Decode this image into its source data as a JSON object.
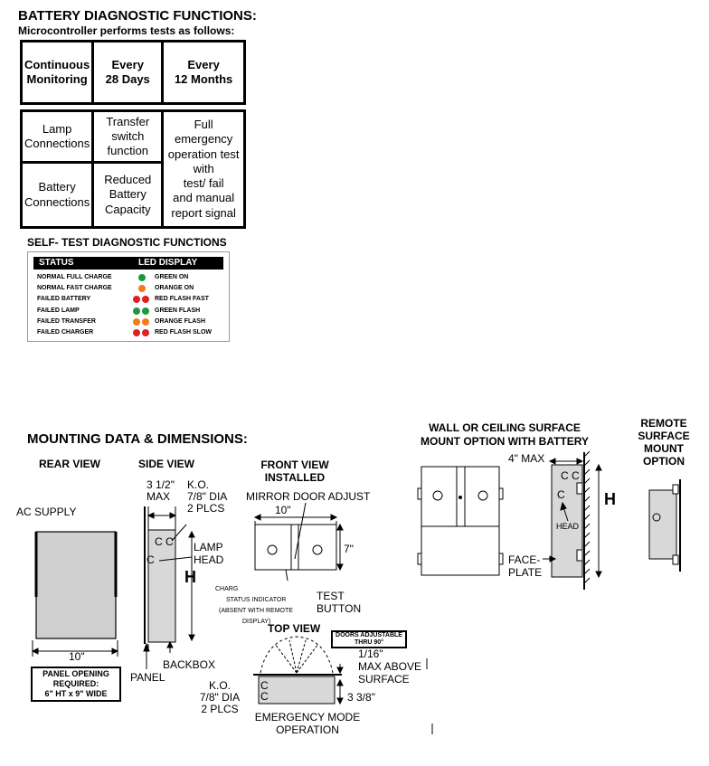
{
  "battery_heading": "BATTERY DIAGNOSTIC FUNCTIONS:",
  "battery_subheading": "Microcontroller performs tests as follows:",
  "schedule": {
    "col1": [
      "Continuous",
      "Monitoring"
    ],
    "col2": [
      "Every",
      "28 Days"
    ],
    "col3": [
      "Every",
      "12 Months"
    ]
  },
  "tests": {
    "lamp": [
      "Lamp",
      "Connections"
    ],
    "transfer": [
      "Transfer",
      "switch",
      "function"
    ],
    "full_test": [
      "Full",
      "emergency",
      "operation test",
      "with",
      "test/ fail",
      "and manual",
      "report signal"
    ],
    "battery": [
      "Battery",
      "Connections"
    ],
    "capacity": [
      "Reduced",
      "Battery",
      "Capacity"
    ]
  },
  "self_test": {
    "title": "SELF- TEST DIAGNOSTIC FUNCTIONS",
    "header_status": "STATUS",
    "header_display": "LED DISPLAY",
    "rows": [
      {
        "status": "NORMAL FULL CHARGE",
        "display": "GREEN ON",
        "dots": [
          "#1a9a3a"
        ]
      },
      {
        "status": "NORMAL FAST CHARGE",
        "display": "ORANGE ON",
        "dots": [
          "#f07c1a"
        ]
      },
      {
        "status": "FAILED BATTERY",
        "display": "RED FLASH FAST",
        "dots": [
          "#e02020",
          "#e02020"
        ]
      },
      {
        "status": "FAILED LAMP",
        "display": "GREEN FLASH",
        "dots": [
          "#1a9a3a",
          "#1a9a3a"
        ]
      },
      {
        "status": "FAILED TRANSFER",
        "display": "ORANGE FLASH",
        "dots": [
          "#f07c1a",
          "#f07c1a"
        ]
      },
      {
        "status": "FAILED CHARGER",
        "display": "RED FLASH SLOW",
        "dots": [
          "#e02020",
          "#e02020"
        ]
      }
    ]
  },
  "mounting": {
    "heading": "MOUNTING DATA & DIMENSIONS:",
    "rear_view": "REAR VIEW",
    "side_view": "SIDE VIEW",
    "front_view": [
      "FRONT VIEW",
      "INSTALLED"
    ],
    "wall_ceiling": [
      "WALL  OR  CEILING  SURFACE",
      "MOUNT OPTION WITH BATTERY"
    ],
    "remote": [
      "REMOTE",
      "SURFACE",
      "MOUNT",
      "OPTION"
    ],
    "ac_supply": "AC SUPPLY",
    "ten_inch": "10\"",
    "panel_opening": [
      "PANEL OPENING",
      "REQUIRED:",
      "6\" HT x 9\" WIDE"
    ],
    "ko_dims": [
      "3 1/2\"",
      "MAX"
    ],
    "ko_side": [
      "K.O.",
      "7/8\" DIA",
      "2 PLCS"
    ],
    "lamp_head": [
      "LAMP",
      "HEAD"
    ],
    "h_label": "H",
    "panel": "PANEL",
    "backbox": "BACKBOX",
    "mirror_door": "MIRROR DOOR ADJUST",
    "front_10": "10\"",
    "seven_inch": "7\"",
    "charge_indicator": [
      "CHARG",
      "STATUS INDICATOR",
      "(ABSENT WITH REMOTE",
      "DISPLAY)"
    ],
    "test_button": [
      "TEST",
      "BUTTON"
    ],
    "top_view": "TOP VIEW",
    "doors_adjustable": [
      "DOORS ADJUSTABLE",
      "THRU 90°"
    ],
    "max_above": [
      "1/16\"",
      "MAX ABOVE",
      "SURFACE"
    ],
    "depth": "3 3/8\"",
    "ko_top": [
      "K.O.",
      "7/8\" DIA",
      "2 PLCS"
    ],
    "emergency_mode": [
      "EMERGENCY MODE",
      "OPERATION"
    ],
    "four_max": "4\" MAX",
    "cc": "C C",
    "c_single": "C",
    "head": "HEAD",
    "faceplate": [
      "FACE-",
      "PLATE"
    ],
    "h_right": "H"
  }
}
